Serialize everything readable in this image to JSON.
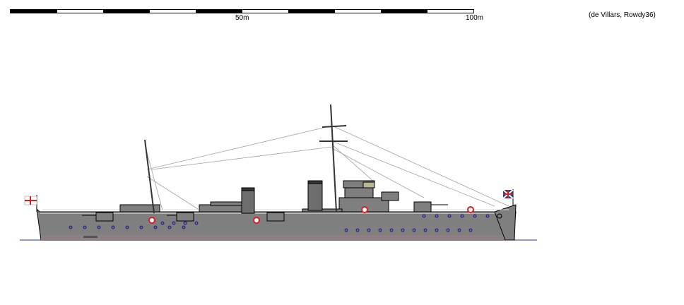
{
  "scale": {
    "segments": 10,
    "label_mid": "50m",
    "label_end": "100m"
  },
  "credit": "(de Villars, Rowdy36)",
  "ship": {
    "hull_color": "#7f7f7f",
    "boot_color": "#8e7f82",
    "waterline_color": "#2e2ea8",
    "porthole_color": "#2a2a8c",
    "ensign_red": "#d42020",
    "ensign_blue": "#1f3a8a"
  }
}
